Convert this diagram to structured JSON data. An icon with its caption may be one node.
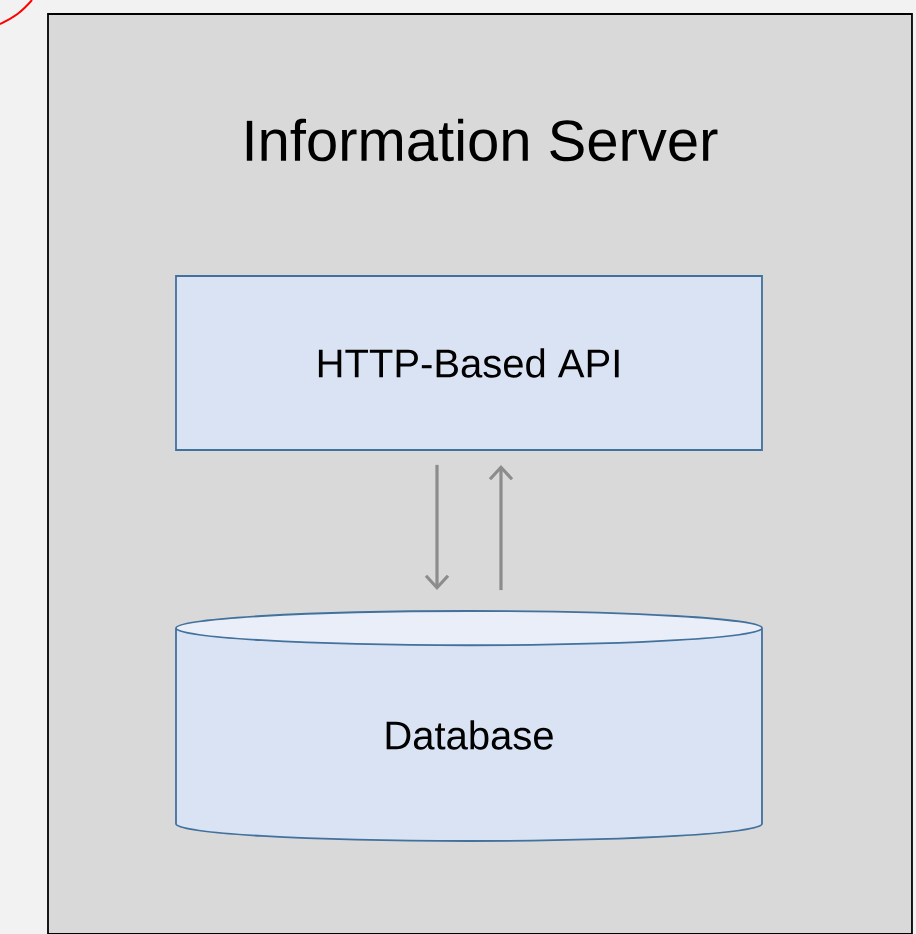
{
  "diagram": {
    "nodes": [
      {
        "text": [
          "Information Server"
        ]
      },
      {
        "text": [
          "HTTP-Based API"
        ],
        "in": 0
      },
      {
        "text": [
          "Database"
        ],
        "in": 0
      }
    ],
    "edges": [
      {
        "from": 1,
        "to": 2,
        "arrow": "to",
        "color": "#8c8c8c"
      },
      {
        "from": 2,
        "to": 1,
        "arrow": "to",
        "color": "#8c8c8c"
      }
    ]
  }
}
